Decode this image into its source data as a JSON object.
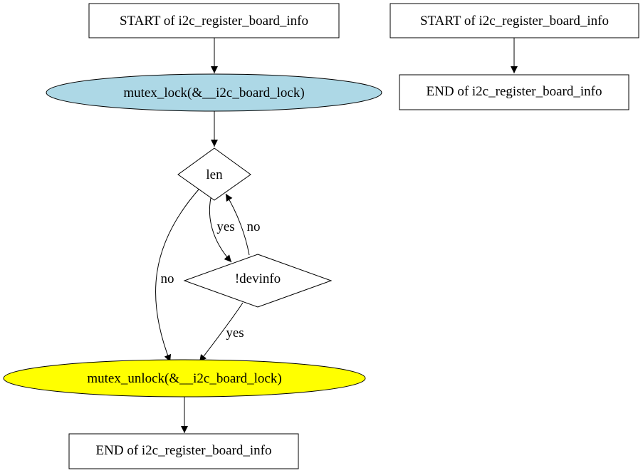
{
  "nodes": {
    "start_left": "START of i2c_register_board_info",
    "mutex_lock": "mutex_lock(&__i2c_board_lock)",
    "len": "len",
    "devinfo": "!devinfo",
    "mutex_unlock": "mutex_unlock(&__i2c_board_lock)",
    "end_left": "END of i2c_register_board_info",
    "start_right": "START of i2c_register_board_info",
    "end_right": "END of i2c_register_board_info"
  },
  "edges": {
    "len_to_devinfo": "yes",
    "devinfo_to_len": "no",
    "len_to_unlock": "no",
    "devinfo_to_unlock": "yes"
  },
  "colors": {
    "mutex_lock_fill": "#add8e6",
    "mutex_unlock_fill": "#ffff00",
    "stroke": "#000000",
    "background": "#ffffff"
  }
}
